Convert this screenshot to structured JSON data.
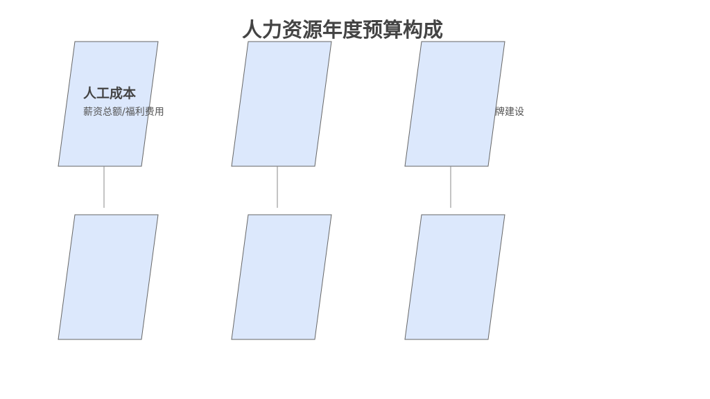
{
  "title": "人力资源年度预算构成",
  "nodes": [
    {
      "heading": "人工成本",
      "detail": "薪资总额/福利费用"
    },
    {
      "heading": "",
      "detail": "牌建设"
    }
  ],
  "colors": {
    "fill": "#dce8fc",
    "stroke": "#666666",
    "text": "#444444"
  }
}
